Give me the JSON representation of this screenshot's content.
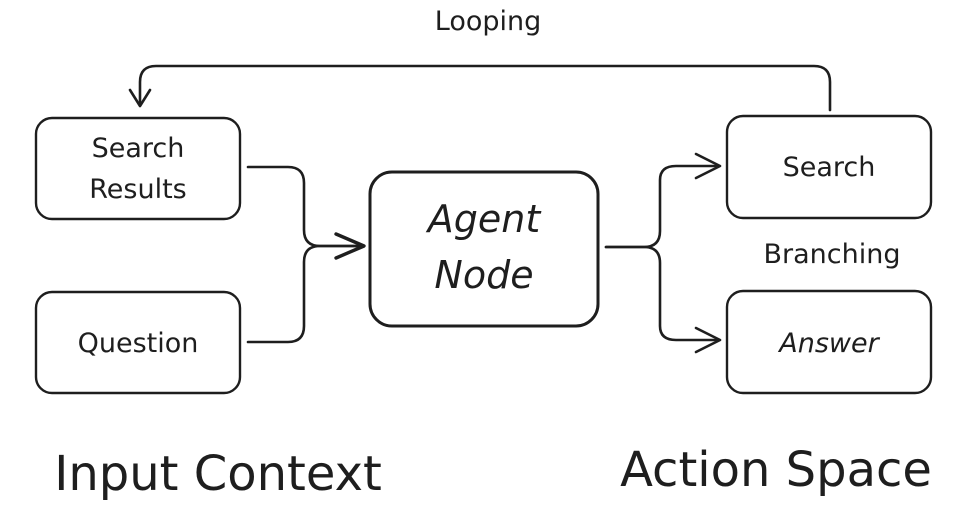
{
  "nodes": {
    "search_results": {
      "line1": "Search",
      "line2": "Results"
    },
    "question": {
      "label": "Question"
    },
    "agent": {
      "line1": "Agent",
      "line2": "Node"
    },
    "search": {
      "label": "Search"
    },
    "answer": {
      "label": "Answer"
    }
  },
  "edges": {
    "looping": "Looping",
    "branching": "Branching"
  },
  "sections": {
    "input": "Input Context",
    "action": "Action Space"
  },
  "colors": {
    "stroke": "#1e1e1e",
    "background": "#ffffff"
  }
}
